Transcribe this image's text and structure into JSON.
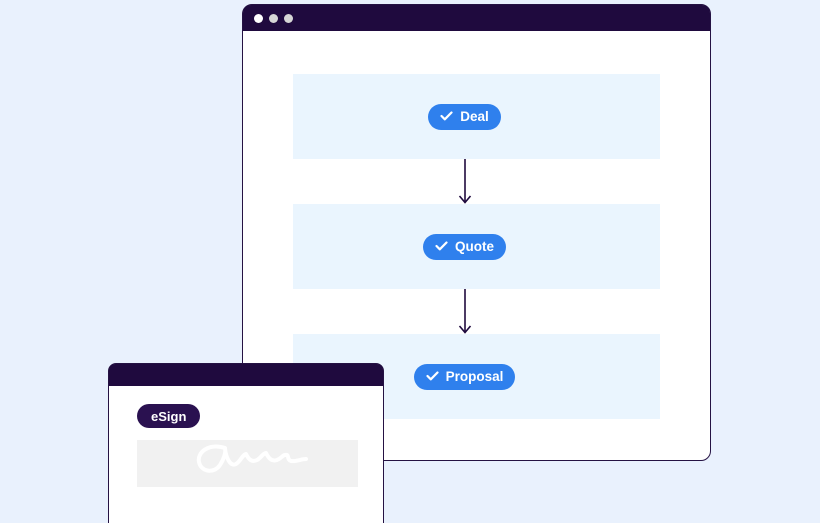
{
  "colors": {
    "page_bg": "#E9F1FD",
    "titlebar_bg": "#1F0A3E",
    "window_border": "#251243",
    "band_bg": "#EAF5FE",
    "step_pill_bg": "#2F80ED",
    "step_pill_text": "#FFFFFF",
    "esign_badge_bg": "#2A1150",
    "signature_box_bg": "#F1F1F1",
    "arrow_color": "#1F0A3E",
    "window_dot_active": "#FFFFFF",
    "window_dot_inactive": "#D6D6D6"
  },
  "icons": {
    "check": "✓",
    "window_dots": "●●●"
  },
  "browser_window": {
    "steps": [
      {
        "label": "Deal"
      },
      {
        "label": "Quote"
      },
      {
        "label": "Proposal"
      }
    ]
  },
  "esign_window": {
    "badge_label": "eSign"
  }
}
